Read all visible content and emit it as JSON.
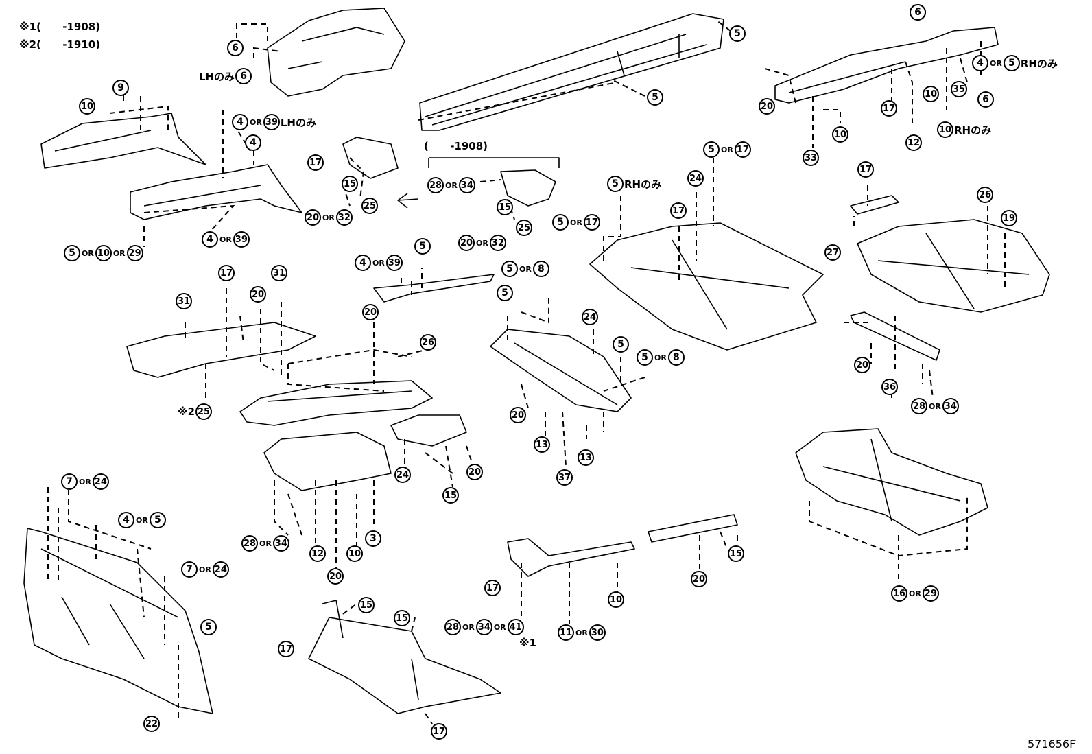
{
  "notes": [
    {
      "mark": "※1",
      "text": "(      -1908)"
    },
    {
      "mark": "※2",
      "text": "(      -1910)"
    }
  ],
  "figure_id": "571656F",
  "bracket_note": "(      -1908)",
  "labels": [
    {
      "id": "l1",
      "pre": "",
      "parts": [
        "6"
      ],
      "suffix": ""
    },
    {
      "id": "l2",
      "pre": "",
      "parts": [
        "6"
      ],
      "suffix": ""
    },
    {
      "id": "l3",
      "pre": "LHのみ",
      "parts": [
        "6"
      ],
      "suffix": ""
    },
    {
      "id": "l4",
      "pre": "",
      "parts": [
        "5"
      ],
      "suffix": ""
    },
    {
      "id": "l5",
      "pre": "",
      "parts": [
        "5"
      ],
      "suffix": ""
    },
    {
      "id": "l6",
      "pre": "",
      "parts": [
        "9"
      ],
      "suffix": ""
    },
    {
      "id": "l7",
      "pre": "",
      "parts": [
        "10"
      ],
      "suffix": ""
    },
    {
      "id": "l8",
      "pre": "",
      "parts": [
        "4",
        "39"
      ],
      "suffix": "LHのみ"
    },
    {
      "id": "l9",
      "pre": "",
      "parts": [
        "4"
      ],
      "suffix": ""
    },
    {
      "id": "l10",
      "pre": "",
      "parts": [
        "4",
        "39"
      ],
      "suffix": ""
    },
    {
      "id": "l11",
      "pre": "",
      "parts": [
        "5",
        "10",
        "29"
      ],
      "suffix": ""
    },
    {
      "id": "l12",
      "pre": "",
      "parts": [
        "17"
      ],
      "suffix": ""
    },
    {
      "id": "l13",
      "pre": "",
      "parts": [
        "15"
      ],
      "suffix": ""
    },
    {
      "id": "l14",
      "pre": "",
      "parts": [
        "25"
      ],
      "suffix": ""
    },
    {
      "id": "l15",
      "pre": "",
      "parts": [
        "20",
        "32"
      ],
      "suffix": ""
    },
    {
      "id": "l16",
      "pre": "",
      "parts": [
        "28",
        "34"
      ],
      "suffix": ""
    },
    {
      "id": "l17",
      "pre": "",
      "parts": [
        "15"
      ],
      "suffix": ""
    },
    {
      "id": "l18",
      "pre": "",
      "parts": [
        "25"
      ],
      "suffix": ""
    },
    {
      "id": "l19",
      "pre": "",
      "parts": [
        "20",
        "32"
      ],
      "suffix": ""
    },
    {
      "id": "l20",
      "pre": "",
      "parts": [
        "6"
      ],
      "suffix": ""
    },
    {
      "id": "l21",
      "pre": "",
      "parts": [
        "4",
        "5"
      ],
      "suffix": "RHのみ"
    },
    {
      "id": "l22",
      "pre": "",
      "parts": [
        "20"
      ],
      "suffix": ""
    },
    {
      "id": "l23",
      "pre": "",
      "parts": [
        "17"
      ],
      "suffix": ""
    },
    {
      "id": "l24",
      "pre": "",
      "parts": [
        "10"
      ],
      "suffix": ""
    },
    {
      "id": "l25",
      "pre": "",
      "parts": [
        "35"
      ],
      "suffix": ""
    },
    {
      "id": "l26",
      "pre": "",
      "parts": [
        "6"
      ],
      "suffix": ""
    },
    {
      "id": "l27",
      "pre": "",
      "parts": [
        "10"
      ],
      "suffix": "RHのみ"
    },
    {
      "id": "l28",
      "pre": "",
      "parts": [
        "10"
      ],
      "suffix": ""
    },
    {
      "id": "l29",
      "pre": "",
      "parts": [
        "12"
      ],
      "suffix": ""
    },
    {
      "id": "l30",
      "pre": "",
      "parts": [
        "33"
      ],
      "suffix": ""
    },
    {
      "id": "l31",
      "pre": "",
      "parts": [
        "5",
        "17"
      ],
      "suffix": ""
    },
    {
      "id": "l32",
      "pre": "",
      "parts": [
        "5"
      ],
      "suffix": "RHのみ"
    },
    {
      "id": "l33",
      "pre": "",
      "parts": [
        "24"
      ],
      "suffix": ""
    },
    {
      "id": "l34",
      "pre": "",
      "parts": [
        "17"
      ],
      "suffix": ""
    },
    {
      "id": "l35",
      "pre": "",
      "parts": [
        "5",
        "17"
      ],
      "suffix": ""
    },
    {
      "id": "l36",
      "pre": "",
      "parts": [
        "17"
      ],
      "suffix": ""
    },
    {
      "id": "l37",
      "pre": "",
      "parts": [
        "27"
      ],
      "suffix": ""
    },
    {
      "id": "l38",
      "pre": "",
      "parts": [
        "26"
      ],
      "suffix": ""
    },
    {
      "id": "l39",
      "pre": "",
      "parts": [
        "19"
      ],
      "suffix": ""
    },
    {
      "id": "l40",
      "pre": "",
      "parts": [
        "4",
        "39"
      ],
      "suffix": ""
    },
    {
      "id": "l41",
      "pre": "",
      "parts": [
        "5"
      ],
      "suffix": ""
    },
    {
      "id": "l42",
      "pre": "",
      "parts": [
        "5",
        "8"
      ],
      "suffix": ""
    },
    {
      "id": "l43",
      "pre": "",
      "parts": [
        "5"
      ],
      "suffix": ""
    },
    {
      "id": "l44",
      "pre": "",
      "parts": [
        "24"
      ],
      "suffix": ""
    },
    {
      "id": "l45",
      "pre": "",
      "parts": [
        "5"
      ],
      "suffix": ""
    },
    {
      "id": "l46",
      "pre": "",
      "parts": [
        "5",
        "8"
      ],
      "suffix": ""
    },
    {
      "id": "l47",
      "pre": "",
      "parts": [
        "31"
      ],
      "suffix": ""
    },
    {
      "id": "l48",
      "pre": "",
      "parts": [
        "17"
      ],
      "suffix": ""
    },
    {
      "id": "l49",
      "pre": "",
      "parts": [
        "20"
      ],
      "suffix": ""
    },
    {
      "id": "l50",
      "pre": "",
      "parts": [
        "31"
      ],
      "suffix": ""
    },
    {
      "id": "l51",
      "pre": "※2",
      "parts": [
        "25"
      ],
      "suffix": ""
    },
    {
      "id": "l52",
      "pre": "",
      "parts": [
        "20"
      ],
      "suffix": ""
    },
    {
      "id": "l53",
      "pre": "",
      "parts": [
        "26"
      ],
      "suffix": ""
    },
    {
      "id": "l54",
      "pre": "",
      "parts": [
        "20"
      ],
      "suffix": ""
    },
    {
      "id": "l55",
      "pre": "",
      "parts": [
        "13"
      ],
      "suffix": ""
    },
    {
      "id": "l56",
      "pre": "",
      "parts": [
        "37"
      ],
      "suffix": ""
    },
    {
      "id": "l57",
      "pre": "",
      "parts": [
        "13"
      ],
      "suffix": ""
    },
    {
      "id": "l58",
      "pre": "",
      "parts": [
        "20"
      ],
      "suffix": ""
    },
    {
      "id": "l59",
      "pre": "",
      "parts": [
        "36"
      ],
      "suffix": ""
    },
    {
      "id": "l60",
      "pre": "",
      "parts": [
        "28",
        "34"
      ],
      "suffix": ""
    },
    {
      "id": "l61",
      "pre": "",
      "parts": [
        "24"
      ],
      "suffix": ""
    },
    {
      "id": "l62",
      "pre": "",
      "parts": [
        "20"
      ],
      "suffix": ""
    },
    {
      "id": "l63",
      "pre": "",
      "parts": [
        "15"
      ],
      "suffix": ""
    },
    {
      "id": "l64",
      "pre": "",
      "parts": [
        "7",
        "24"
      ],
      "suffix": ""
    },
    {
      "id": "l65",
      "pre": "",
      "parts": [
        "4",
        "5"
      ],
      "suffix": ""
    },
    {
      "id": "l66",
      "pre": "",
      "parts": [
        "28",
        "34"
      ],
      "suffix": ""
    },
    {
      "id": "l67",
      "pre": "",
      "parts": [
        "12"
      ],
      "suffix": ""
    },
    {
      "id": "l68",
      "pre": "",
      "parts": [
        "10"
      ],
      "suffix": ""
    },
    {
      "id": "l69",
      "pre": "",
      "parts": [
        "3"
      ],
      "suffix": ""
    },
    {
      "id": "l70",
      "pre": "",
      "parts": [
        "20"
      ],
      "suffix": ""
    },
    {
      "id": "l71",
      "pre": "",
      "parts": [
        "7",
        "24"
      ],
      "suffix": ""
    },
    {
      "id": "l72",
      "pre": "",
      "parts": [
        "5"
      ],
      "suffix": ""
    },
    {
      "id": "l73",
      "pre": "",
      "parts": [
        "22"
      ],
      "suffix": ""
    },
    {
      "id": "l74",
      "pre": "",
      "parts": [
        "15"
      ],
      "suffix": ""
    },
    {
      "id": "l75",
      "pre": "",
      "parts": [
        "15"
      ],
      "suffix": ""
    },
    {
      "id": "l76",
      "pre": "",
      "parts": [
        "17"
      ],
      "suffix": ""
    },
    {
      "id": "l77",
      "pre": "",
      "parts": [
        "17"
      ],
      "suffix": ""
    },
    {
      "id": "l78",
      "pre": "",
      "parts": [
        "17"
      ],
      "suffix": ""
    },
    {
      "id": "l79",
      "pre": "",
      "parts": [
        "28",
        "34",
        "41"
      ],
      "suffix": ""
    },
    {
      "id": "l80",
      "pre": "※1",
      "parts": [],
      "suffix": ""
    },
    {
      "id": "l81",
      "pre": "",
      "parts": [
        "11",
        "30"
      ],
      "suffix": ""
    },
    {
      "id": "l82",
      "pre": "",
      "parts": [
        "10"
      ],
      "suffix": ""
    },
    {
      "id": "l83",
      "pre": "",
      "parts": [
        "20"
      ],
      "suffix": ""
    },
    {
      "id": "l84",
      "pre": "",
      "parts": [
        "15"
      ],
      "suffix": ""
    },
    {
      "id": "l85",
      "pre": "",
      "parts": [
        "16",
        "29"
      ],
      "suffix": ""
    }
  ],
  "or_text": "OR"
}
